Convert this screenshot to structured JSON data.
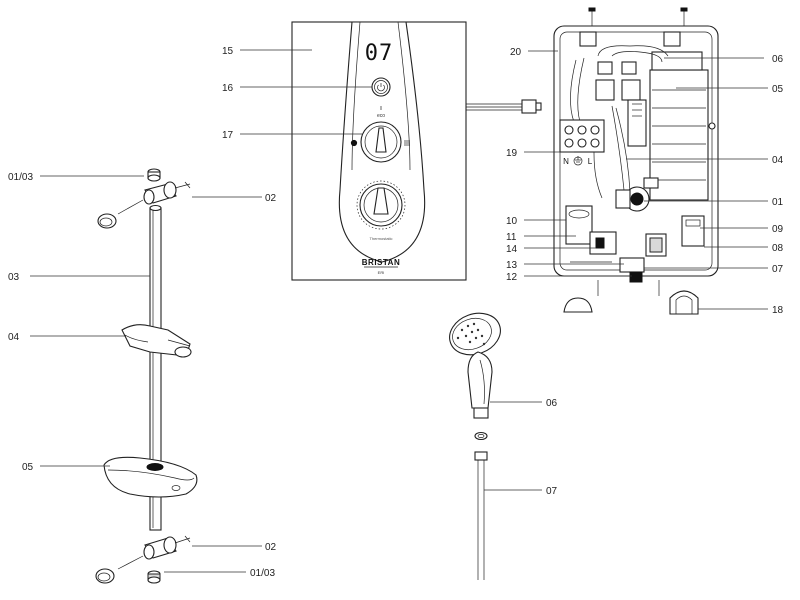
{
  "panel": {
    "display": "07",
    "eco": "eco",
    "thermo": "Thermostatic",
    "brand": "BRISTAN",
    "model": "ERI"
  },
  "unit_labels": {
    "n": "N",
    "l": "L"
  },
  "callouts": [
    {
      "id": "rail-01-03-top",
      "text": "01/03"
    },
    {
      "id": "rail-02-top",
      "text": "02"
    },
    {
      "id": "rail-03",
      "text": "03"
    },
    {
      "id": "rail-04",
      "text": "04"
    },
    {
      "id": "rail-05",
      "text": "05"
    },
    {
      "id": "rail-02-bottom",
      "text": "02"
    },
    {
      "id": "rail-01-03-bottom",
      "text": "01/03"
    },
    {
      "id": "front-15",
      "text": "15"
    },
    {
      "id": "front-16",
      "text": "16"
    },
    {
      "id": "front-17",
      "text": "17"
    },
    {
      "id": "unit-20",
      "text": "20"
    },
    {
      "id": "unit-19",
      "text": "19"
    },
    {
      "id": "unit-10",
      "text": "10"
    },
    {
      "id": "unit-11",
      "text": "11"
    },
    {
      "id": "unit-14",
      "text": "14"
    },
    {
      "id": "unit-13",
      "text": "13"
    },
    {
      "id": "unit-12",
      "text": "12"
    },
    {
      "id": "unit-06",
      "text": "06"
    },
    {
      "id": "unit-05",
      "text": "05"
    },
    {
      "id": "unit-04",
      "text": "04"
    },
    {
      "id": "unit-01",
      "text": "01"
    },
    {
      "id": "unit-09",
      "text": "09"
    },
    {
      "id": "unit-08",
      "text": "08"
    },
    {
      "id": "unit-07",
      "text": "07"
    },
    {
      "id": "unit-18",
      "text": "18"
    },
    {
      "id": "handset-06",
      "text": "06"
    },
    {
      "id": "hose-07",
      "text": "07"
    }
  ]
}
